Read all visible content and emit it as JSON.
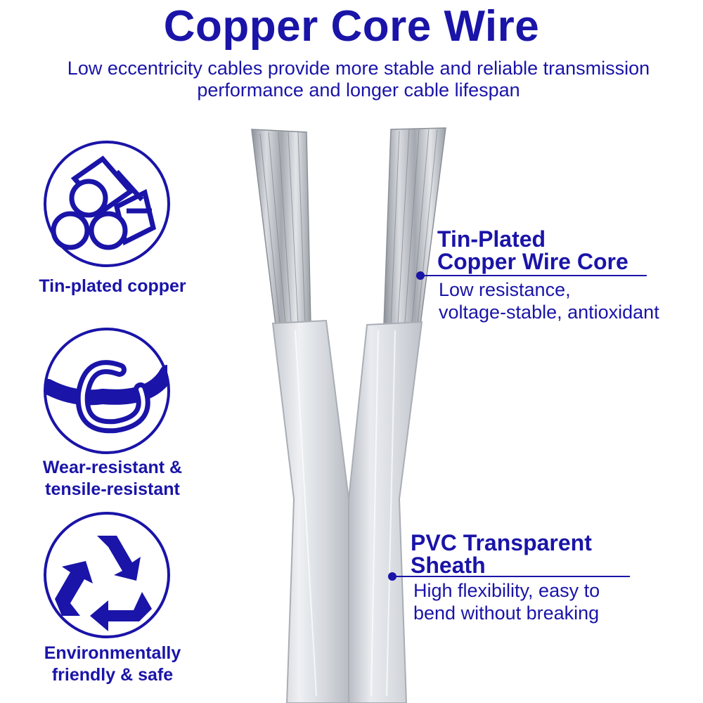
{
  "header": {
    "title": "Copper Core Wire",
    "subtitle_line1": "Low eccentricity cables provide more stable and reliable transmission",
    "subtitle_line2": "performance and longer cable lifespan"
  },
  "features": [
    {
      "icon": "copper-strands-icon",
      "label_line1": "Tin-plated copper"
    },
    {
      "icon": "knot-icon",
      "label_line1": "Wear-resistant &",
      "label_line2": "tensile-resistant"
    },
    {
      "icon": "recycle-icon",
      "label_line1": "Environmentally",
      "label_line2": "friendly & safe"
    }
  ],
  "callouts": [
    {
      "title_line1": "Tin-Plated",
      "title_line2": "Copper Wire Core",
      "desc_line1": "Low resistance,",
      "desc_line2": "voltage-stable, antioxidant"
    },
    {
      "title_line1": "PVC Transparent",
      "title_line2": "Sheath",
      "desc_line1": "High flexibility, easy to",
      "desc_line2": "bend without breaking"
    }
  ],
  "colors": {
    "accent": "#1a14a8",
    "cable_light": "#e6e8ec",
    "cable_dark": "#9ea3ab"
  }
}
